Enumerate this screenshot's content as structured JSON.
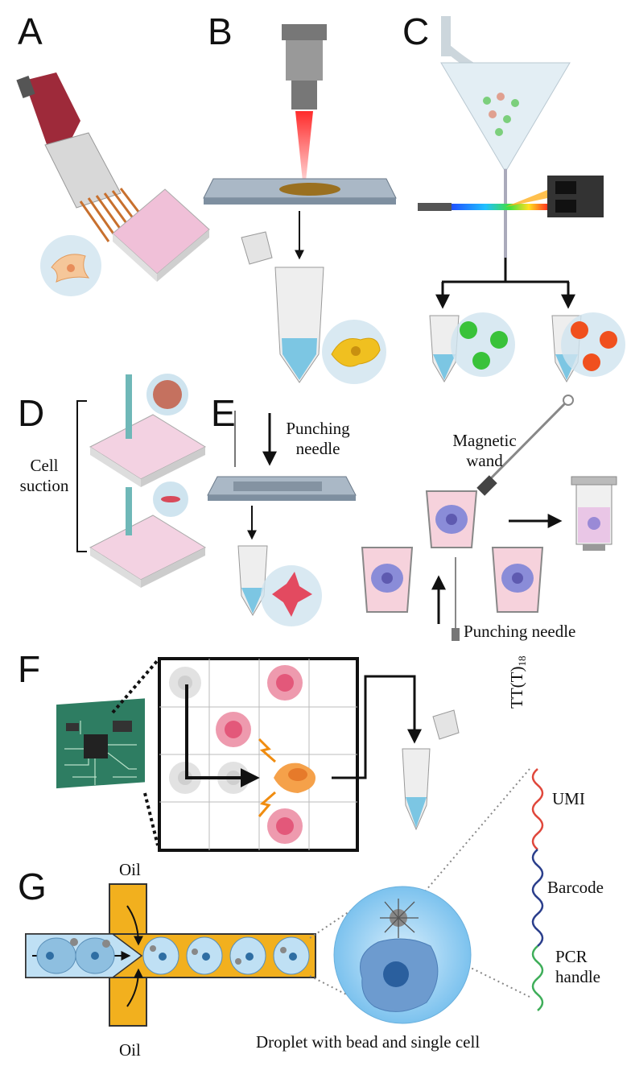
{
  "panels": {
    "a": "A",
    "b": "B",
    "c": "C",
    "d": "D",
    "e": "E",
    "f": "F",
    "g": "G"
  },
  "labels": {
    "cell_suction_1": "Cell",
    "cell_suction_2": "suction",
    "punching_needle_top_1": "Punching",
    "punching_needle_top_2": "needle",
    "magnetic_wand_1": "Magnetic",
    "magnetic_wand_2": "wand",
    "punching_needle_bottom": "Punching needle",
    "oil_top": "Oil",
    "oil_bottom": "Oil",
    "droplet_caption": "Droplet with bead and single cell",
    "oligo_top_main": "TT(T)",
    "oligo_top_sub": "18",
    "umi": "UMI",
    "barcode": "Barcode",
    "pcr_1": "PCR",
    "pcr_2": "handle"
  },
  "colors": {
    "tube_liquid": "#7cc6e3",
    "oil": "#f2b01e",
    "chip": "#2e7d62",
    "laser": "#e8202a",
    "cell_pink": "#e36a86",
    "cell_orange": "#f5a14a",
    "cell_green": "#39c23a",
    "cell_red": "#f0501e",
    "umi": "#e0483c",
    "barcode": "#2b3f8c",
    "pcr": "#3fae5a"
  }
}
